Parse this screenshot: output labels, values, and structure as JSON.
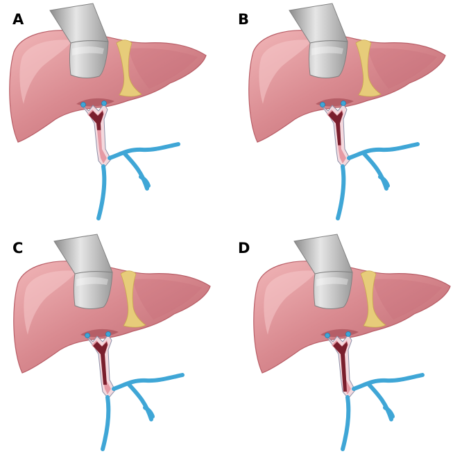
{
  "panels": [
    {
      "id": "A",
      "label": "A",
      "thrombus_fraction": 0.33
    },
    {
      "id": "B",
      "label": "B",
      "thrombus_fraction": 0.66
    },
    {
      "id": "C",
      "label": "C",
      "thrombus_fraction": 0.85
    },
    {
      "id": "D",
      "label": "D",
      "thrombus_fraction": 1.0
    }
  ],
  "colors": {
    "liver": "#d9848a",
    "liver_dark": "#b85d66",
    "liver_light": "#f0b4b6",
    "ligament": "#e7cc7a",
    "retractor": "#b4b4b4",
    "vein_blue": "#3fa6d6",
    "vein_blue_dark": "#1d7fb5",
    "ivc_lumen": "#e59aa4",
    "thrombus": "#7a1f2d",
    "outline": "#8a8fa8"
  },
  "icons": {
    "liver": "liver-illustration",
    "retractor": "surgical-retractor-icon"
  }
}
